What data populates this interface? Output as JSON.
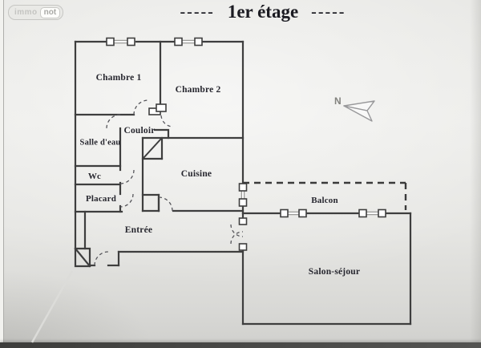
{
  "logo": {
    "part1": "immo",
    "part2": "not"
  },
  "title": {
    "dashes": "-----",
    "text": "1er étage"
  },
  "compass": {
    "label": "N"
  },
  "rooms": {
    "chambre1": {
      "label": "Chambre 1"
    },
    "chambre2": {
      "label": "Chambre 2"
    },
    "couloir": {
      "label": "Couloir"
    },
    "salle_deau": {
      "label": "Salle d'eau"
    },
    "wc": {
      "label": "Wc"
    },
    "placard": {
      "label": "Placard"
    },
    "cuisine": {
      "label": "Cuisine"
    },
    "entree": {
      "label": "Entrée"
    },
    "balcon": {
      "label": "Balcon"
    },
    "salon": {
      "label": "Salon-séjour"
    }
  },
  "colors": {
    "wall": "#3e3e3e",
    "door_arc": "#55555a",
    "label": "#27272f",
    "window_core": "#9b9b98",
    "compass": "#8f8f8b",
    "paper": "#ececea",
    "photo_band": "#454543"
  }
}
